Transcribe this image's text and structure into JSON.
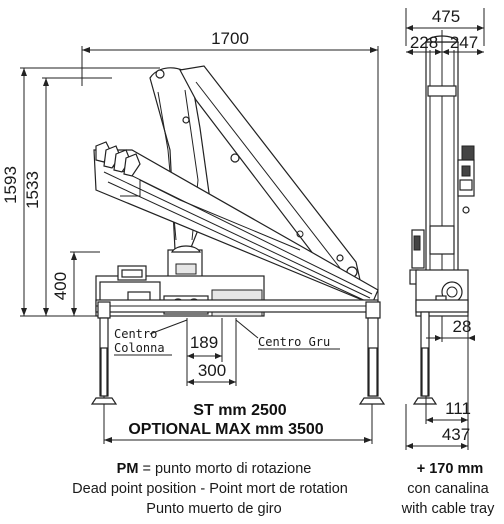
{
  "dimensions": {
    "overall_length": "1700",
    "total_width": "475",
    "width_left": "228",
    "width_right": "247",
    "height_max": "1593",
    "height_second": "1533",
    "height_base": "400",
    "column_offset": "189",
    "pm_offset": "300",
    "side_offset": "28",
    "leg_offset": "111",
    "leg_spread": "437"
  },
  "labels": {
    "centro_colonna_line1": "Centro",
    "centro_colonna_line2": "Colonna",
    "centro_gru": "Centro Gru",
    "stabilizer_st": "ST mm 2500",
    "stabilizer_optional": "OPTIONAL MAX mm 3500"
  },
  "notes": {
    "pm_abbr": "PM",
    "pm_it": " = punto morto di rotazione",
    "pm_en_fr": "Dead point position - Point mort de rotation",
    "pm_es": "Punto muerto de giro",
    "tray_extra": "+ 170 mm",
    "tray_it": "con canalina",
    "tray_en": "with cable tray"
  }
}
